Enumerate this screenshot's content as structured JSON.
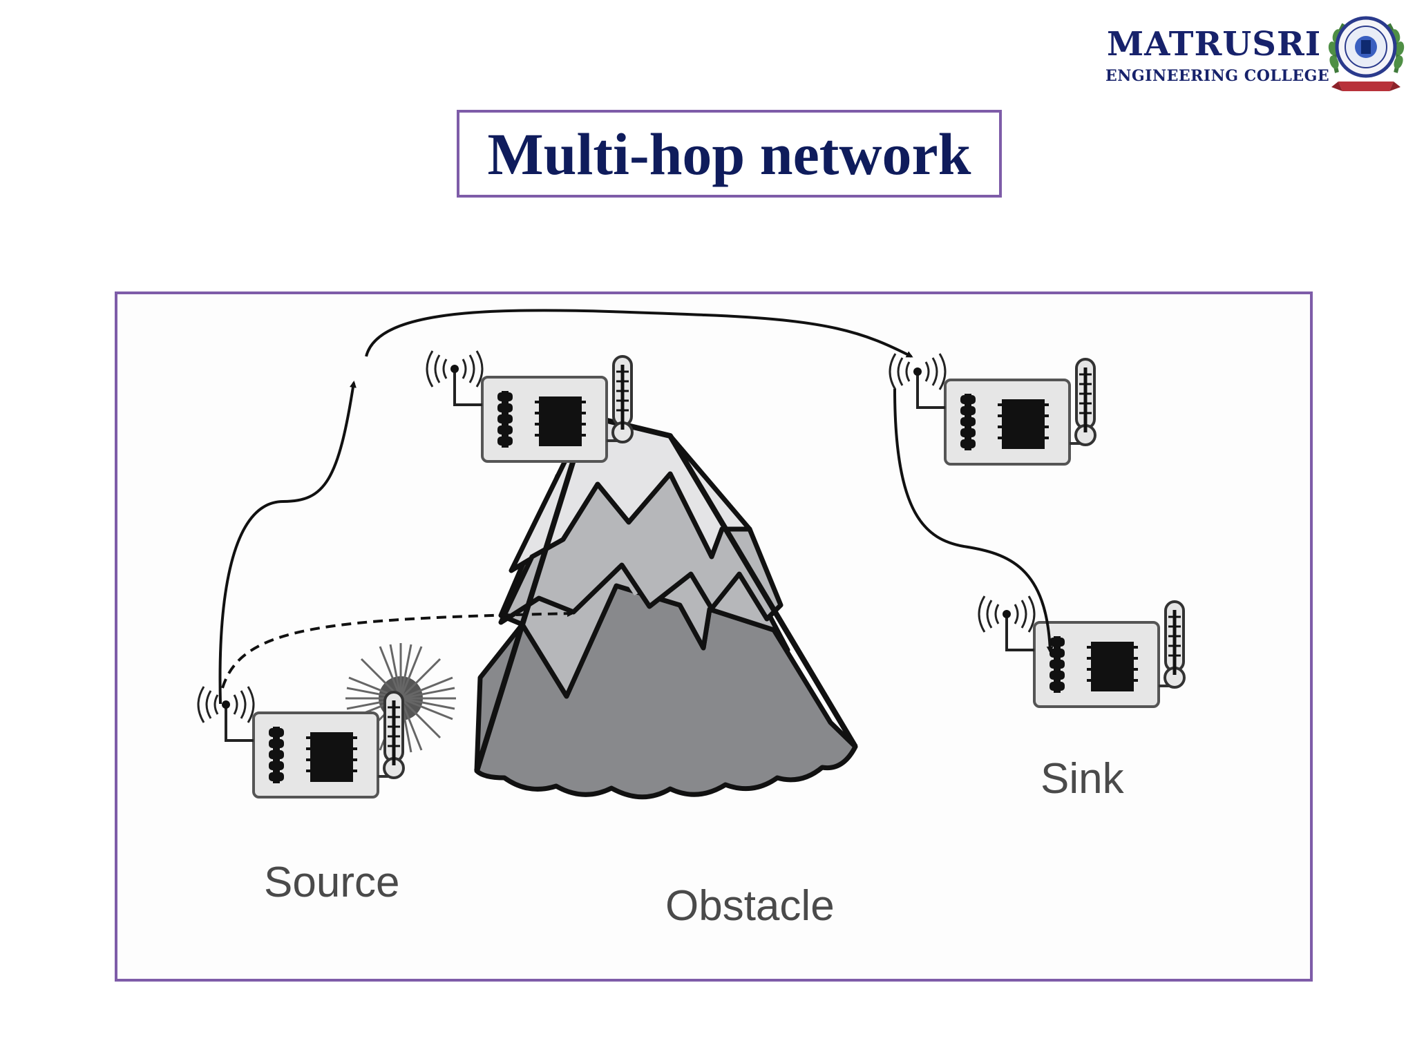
{
  "slide": {
    "title": "Multi-hop network"
  },
  "logo": {
    "name": "MATRUSRI",
    "subtitle": "ENGINEERING COLLEGE"
  },
  "diagram": {
    "labels": {
      "source": "Source",
      "obstacle": "Obstacle",
      "sink": "Sink"
    },
    "colors": {
      "frame": "#7e5ca8",
      "title": "#0f1c5c",
      "mountain_snow": "#e4e4e6",
      "mountain_mid": "#b6b7ba",
      "mountain_base": "#88898c"
    }
  }
}
